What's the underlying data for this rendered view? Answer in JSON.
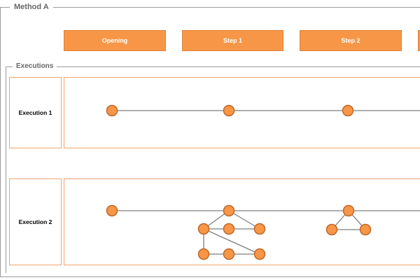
{
  "method": {
    "title": "Method A"
  },
  "steps": [
    {
      "label": "Opening"
    },
    {
      "label": "Step 1"
    },
    {
      "label": "Step 2"
    },
    {
      "label": ""
    }
  ],
  "executions_group": {
    "title": "Executions"
  },
  "executions": [
    {
      "label": "Execution 1"
    },
    {
      "label": "Execution 2"
    }
  ],
  "colors": {
    "node_fill": "#f79646",
    "node_stroke": "#c0682c",
    "edge": "#7f7f7f",
    "lane_border": "#f0a46a",
    "step_fill": "#f79646"
  }
}
